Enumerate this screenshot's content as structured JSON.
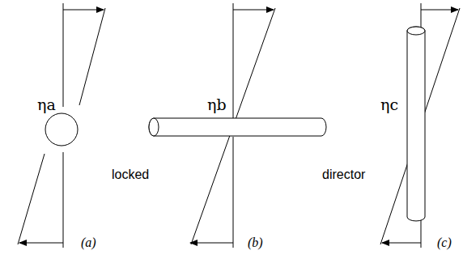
{
  "diagram": {
    "labels": [
      "ηa",
      "ηb",
      "ηc",
      "locked",
      "director",
      "(a)",
      "(b)",
      "(c)"
    ]
  }
}
